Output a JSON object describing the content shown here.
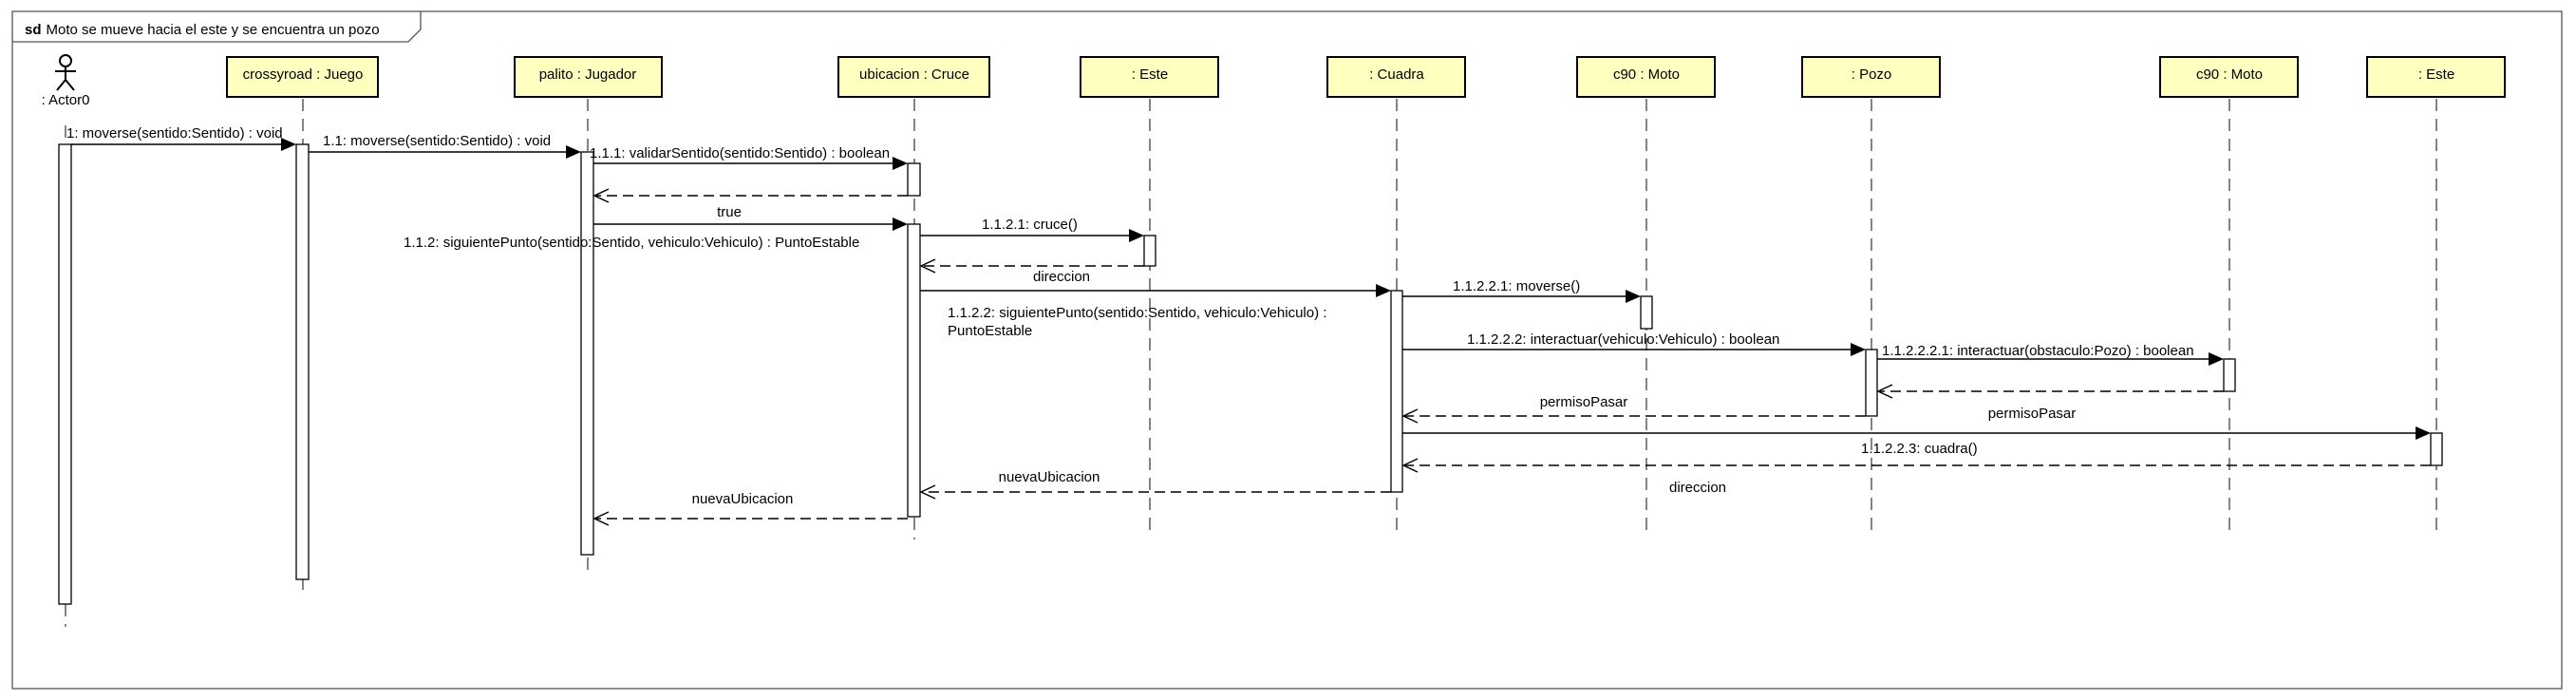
{
  "diagram": {
    "frame_keyword": "sd",
    "frame_title": "Moto se mueve hacia el este y se encuentra un pozo",
    "participants": [
      {
        "id": "actor0",
        "label": ": Actor0",
        "kind": "actor"
      },
      {
        "id": "crossyroad",
        "label": "crossyroad : Juego",
        "kind": "object"
      },
      {
        "id": "palito",
        "label": "palito : Jugador",
        "kind": "object"
      },
      {
        "id": "ubicacion",
        "label": "ubicacion : Cruce",
        "kind": "object"
      },
      {
        "id": "este1",
        "label": ": Este",
        "kind": "object"
      },
      {
        "id": "cuadra",
        "label": ": Cuadra",
        "kind": "object"
      },
      {
        "id": "moto1",
        "label": "c90 : Moto",
        "kind": "object"
      },
      {
        "id": "pozo",
        "label": ": Pozo",
        "kind": "object"
      },
      {
        "id": "moto2",
        "label": "c90 : Moto",
        "kind": "object"
      },
      {
        "id": "este2",
        "label": ": Este",
        "kind": "object"
      }
    ],
    "messages": [
      {
        "from": "actor0",
        "to": "crossyroad",
        "kind": "sync",
        "label": [
          "1: moverse(sentido:Sentido) : void"
        ]
      },
      {
        "from": "crossyroad",
        "to": "palito",
        "kind": "sync",
        "label": [
          "1.1: moverse(sentido:Sentido) : void"
        ]
      },
      {
        "from": "palito",
        "to": "ubicacion",
        "kind": "sync",
        "label": [
          "1.1.1: validarSentido(sentido:Sentido) : boolean"
        ]
      },
      {
        "from": "ubicacion",
        "to": "palito",
        "kind": "return",
        "label": [
          "true"
        ]
      },
      {
        "from": "palito",
        "to": "ubicacion",
        "kind": "sync",
        "label": [
          "1.1.2: siguientePunto(sentido:Sentido, vehiculo:Vehiculo) : PuntoEstable"
        ]
      },
      {
        "from": "ubicacion",
        "to": "este1",
        "kind": "sync",
        "label": [
          "1.1.2.1: cruce()"
        ]
      },
      {
        "from": "este1",
        "to": "ubicacion",
        "kind": "return",
        "label": [
          "direccion"
        ]
      },
      {
        "from": "ubicacion",
        "to": "cuadra",
        "kind": "sync",
        "label": [
          "1.1.2.2: siguientePunto(sentido:Sentido, vehiculo:Vehiculo) :",
          "PuntoEstable"
        ]
      },
      {
        "from": "cuadra",
        "to": "moto1",
        "kind": "sync",
        "label": [
          "1.1.2.2.1: moverse()"
        ]
      },
      {
        "from": "cuadra",
        "to": "pozo",
        "kind": "sync",
        "label": [
          "1.1.2.2.2: interactuar(vehiculo:Vehiculo) : boolean"
        ]
      },
      {
        "from": "pozo",
        "to": "moto2",
        "kind": "sync",
        "label": [
          "1.1.2.2.2.1: interactuar(obstaculo:Pozo) : boolean"
        ]
      },
      {
        "from": "moto2",
        "to": "pozo",
        "kind": "return",
        "label": [
          "permisoPasar"
        ]
      },
      {
        "from": "pozo",
        "to": "cuadra",
        "kind": "return",
        "label": [
          "permisoPasar"
        ]
      },
      {
        "from": "cuadra",
        "to": "este2",
        "kind": "sync",
        "label": [
          "1.1.2.2.3: cuadra()"
        ]
      },
      {
        "from": "este2",
        "to": "cuadra",
        "kind": "return",
        "label": [
          "direccion"
        ]
      },
      {
        "from": "cuadra",
        "to": "ubicacion",
        "kind": "return",
        "label": [
          "nuevaUbicacion"
        ]
      },
      {
        "from": "ubicacion",
        "to": "palito",
        "kind": "return",
        "label": [
          "nuevaUbicacion"
        ]
      }
    ]
  }
}
